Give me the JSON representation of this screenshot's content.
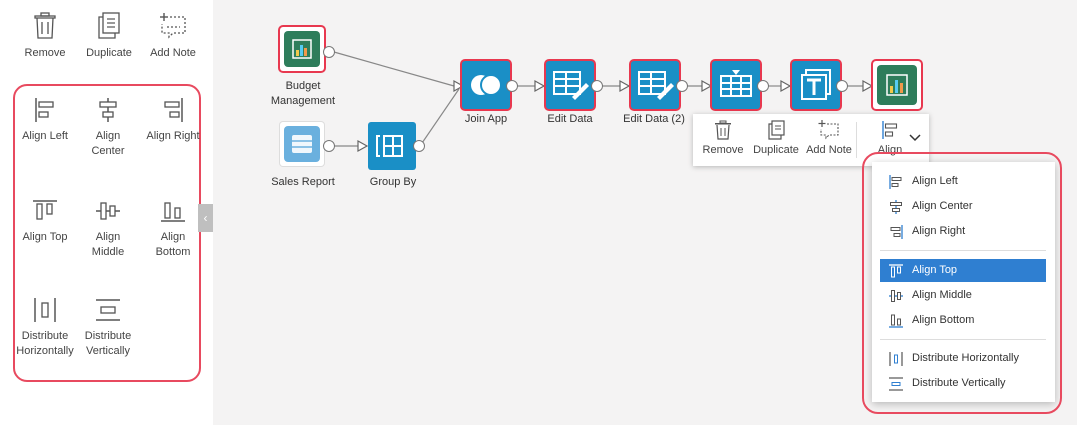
{
  "left_panel": {
    "remove": "Remove",
    "duplicate": "Duplicate",
    "add_note": "Add Note",
    "align_left": "Align Left",
    "align_center_1": "Align",
    "align_center_2": "Center",
    "align_right": "Align Right",
    "align_top": "Align Top",
    "align_middle_1": "Align",
    "align_middle_2": "Middle",
    "align_bottom_1": "Align",
    "align_bottom_2": "Bottom",
    "dist_h_1": "Distribute",
    "dist_h_2": "Horizontally",
    "dist_v_1": "Distribute",
    "dist_v_2": "Vertically",
    "collapse_glyph": "‹"
  },
  "canvas": {
    "budget_1": "Budget",
    "budget_2": "Management",
    "sales_report": "Sales Report",
    "group_by": "Group By",
    "join_app": "Join App",
    "edit_data": "Edit Data",
    "edit_data_2": "Edit Data (2)"
  },
  "context_toolbar": {
    "remove": "Remove",
    "duplicate": "Duplicate",
    "add_note": "Add Note",
    "align": "Align"
  },
  "align_menu": {
    "items": [
      "Align Left",
      "Align Center",
      "Align Right",
      "Align Top",
      "Align Middle",
      "Align Bottom",
      "Distribute Horizontally",
      "Distribute Vertically"
    ],
    "active": "Align Top"
  },
  "colors": {
    "node_blue": "#1a8fc6",
    "node_green": "#2e7d5b",
    "highlight_red": "#e84a5f",
    "menu_active": "#2f7fd1"
  }
}
